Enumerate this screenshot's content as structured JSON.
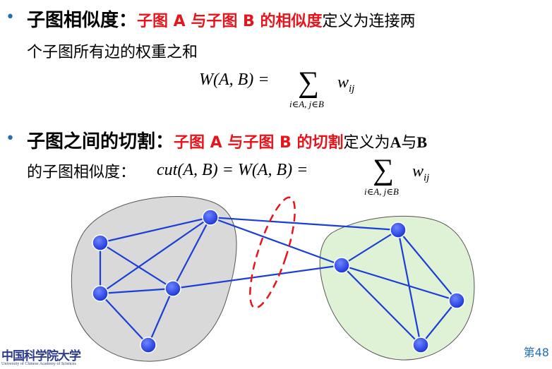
{
  "bullet1": {
    "marker": "•",
    "term": "子图相似度：",
    "red": "子图 A 与子图 B 的相似度",
    "rest1": "定义为连接两",
    "rest2": "个子图所有边的权重之和",
    "formula": {
      "lhs": "W(A, B) =",
      "sigma": "∑",
      "sub": "i∈A, j∈B",
      "term": "w",
      "term_sub": "ij"
    }
  },
  "bullet2": {
    "marker": "•",
    "term": "子图之间的切割：",
    "red": "子图 A 与子图 B 的切割",
    "rest1a": "定义为",
    "rest1b": "A",
    "rest1c": "与",
    "rest1d": "B",
    "rest2": "的子图相似度：",
    "formula": {
      "lhs": "cut(A, B) = W(A, B) =",
      "sigma": "∑",
      "sub": "i∈A, j∈B",
      "term": "w",
      "term_sub": "ij"
    }
  },
  "logo": {
    "cn": "中国科学院大学",
    "en": "University of Chinese Academy of Sciences"
  },
  "page_number": "第48",
  "colors": {
    "bullet": "#1f6fb5",
    "highlight": "#e8141b",
    "edge": "#1a3fd6",
    "node": "#2a44e8",
    "cluster_a": "#d9d9d9",
    "cluster_b": "#dff2d6",
    "cut": "#e8141b"
  }
}
